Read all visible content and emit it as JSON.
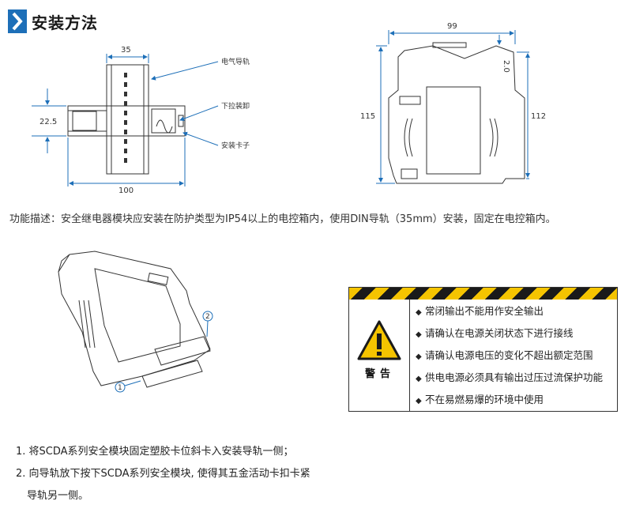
{
  "section_title": "安装方法",
  "top_view": {
    "dim_width": "35",
    "dim_height": "22.5",
    "dim_total": "100",
    "label_rail": "电气导轨",
    "label_pulldown": "下拉装卸",
    "label_clip": "安装卡子"
  },
  "side_view": {
    "dim_width": "99",
    "dim_offset": "2.0",
    "dim_height_left": "115",
    "dim_height_right": "112"
  },
  "description": "功能描述：安全继电器模块应安装在防护类型为IP54以上的电控箱内，使用DIN导轨（35mm）安装，固定在电控箱内。",
  "iso_view": {
    "callout_1": "1",
    "callout_2": "2"
  },
  "warning": {
    "label": "警告",
    "items": [
      "常闭输出不能用作安全输出",
      "请确认在电源关闭状态下进行接线",
      "请确认电源电压的变化不超出额定范围",
      "供电电源必须具有输出过压过流保护功能",
      "不在易燃易爆的环境中使用"
    ],
    "bullet": "◆",
    "colors": {
      "stripe_yellow": "#f5c400",
      "stripe_black": "#1a1a1a",
      "triangle": "#f5c400"
    }
  },
  "steps": {
    "step1": "1. 将SCDA系列安全模块固定塑胶卡位斜卡入安装导轨一侧；",
    "step2": "2. 向导轨放下按下SCDA系列安全模块, 使得其五金活动卡扣卡紧",
    "step2_cont": "导轨另一侧。"
  },
  "accent_color": "#1d6fb8"
}
